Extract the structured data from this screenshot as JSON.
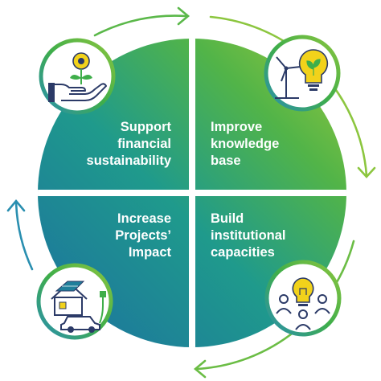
{
  "diagram": {
    "quadrants": [
      {
        "id": "top-left",
        "lines": [
          "Support",
          "financial",
          "sustainability"
        ],
        "icon": "hand-holding-flower-icon"
      },
      {
        "id": "top-right",
        "lines": [
          "Improve",
          "knowledge",
          "base"
        ],
        "icon": "wind-turbine-lightbulb-icon"
      },
      {
        "id": "bottom-left",
        "lines": [
          "Increase",
          "Projects’",
          "Impact"
        ],
        "icon": "solar-house-electric-car-icon"
      },
      {
        "id": "bottom-right",
        "lines": [
          "Build",
          "institutional",
          "capacities"
        ],
        "icon": "people-lightbulb-icon"
      }
    ],
    "colors": {
      "dark_teal": "#1f7f9b",
      "mid_teal": "#1f9a8c",
      "green": "#3fae4a",
      "lime": "#8cc63f",
      "icon_yellow": "#f2d21b",
      "icon_navy": "#2b3a67",
      "cycle_arrow": "#7dc242",
      "cycle_arrow_blue": "#2a8fb0"
    }
  }
}
